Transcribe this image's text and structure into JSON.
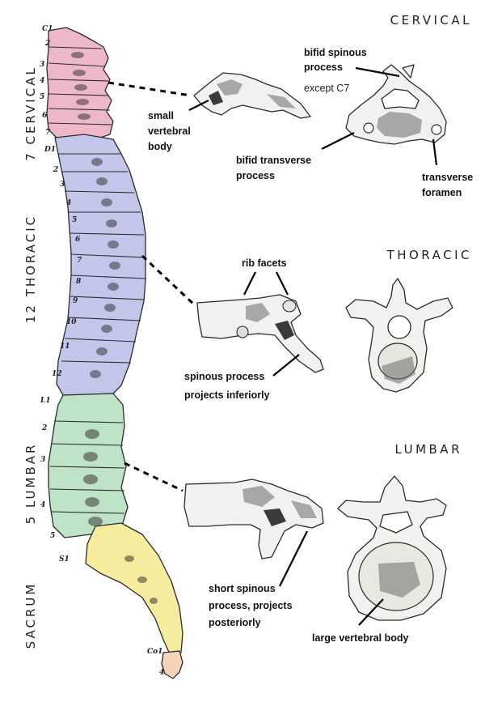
{
  "regions": {
    "cervical": "7 CERVICAL",
    "thoracic": "12 THORACIC",
    "lumbar": "5 LUMBAR",
    "sacrum": "SACRUM"
  },
  "vertebra_numbers": {
    "cervical": [
      "C1",
      "2",
      "3",
      "4",
      "5",
      "6",
      "7"
    ],
    "thoracic": [
      "D1",
      "2",
      "3",
      "4",
      "5",
      "6",
      "7",
      "8",
      "9",
      "10",
      "11",
      "12"
    ],
    "lumbar": [
      "L1",
      "2",
      "3",
      "4",
      "5"
    ],
    "sacral": [
      "S1"
    ],
    "coccyx": [
      "Co1",
      "4"
    ]
  },
  "sections": {
    "cervical": {
      "title": "CERVICAL",
      "labels": {
        "bifid_spinous": [
          "bifid spinous",
          "process"
        ],
        "except_c7": "except C7",
        "small_body": [
          "small",
          "vertebral",
          "body"
        ],
        "bifid_transverse": [
          "bifid transverse",
          "process"
        ],
        "transverse_foramen": [
          "transverse",
          "foramen"
        ]
      }
    },
    "thoracic": {
      "title": "THORACIC",
      "labels": {
        "rib_facets": "rib facets",
        "spinous_inferior": [
          "spinous process",
          "projects inferiorly"
        ]
      }
    },
    "lumbar": {
      "title": "LUMBAR",
      "labels": {
        "short_spinous": [
          "short spinous",
          "process, projects",
          "posteriorly"
        ],
        "large_body": "large vertebral body"
      }
    }
  },
  "colors": {
    "cervical": "#efb8c8",
    "thoracic": "#c3c6ea",
    "lumbar": "#bfe3c6",
    "sacrum": "#f6ec9e",
    "coccyx": "#f8d2b6",
    "outline": "#2a2a2a"
  }
}
